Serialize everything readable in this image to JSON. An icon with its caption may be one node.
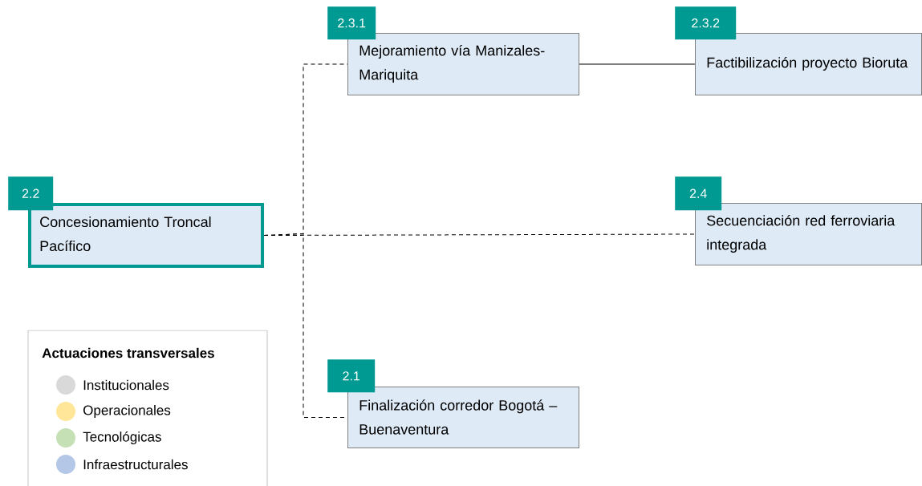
{
  "diagram": {
    "nodes": [
      {
        "text": [
          "2.3.1",
          "Mejoramiento vía Manizales-Mariquita"
        ]
      },
      {
        "text": [
          "2.3.2",
          "Factibilización proyecto Bioruta"
        ]
      },
      {
        "text": [
          "2.2",
          "Concesionamiento Troncal Pacífico"
        ]
      },
      {
        "text": [
          "2.4",
          "Secuenciación red ferroviaria integrada"
        ]
      },
      {
        "text": [
          "2.1",
          "Finalización corredor Bogotá – Buenaventura"
        ]
      }
    ],
    "edges": [
      {
        "from": 0,
        "to": 1,
        "arrow": "none"
      },
      {
        "from": 2,
        "to": 0,
        "arrow": "none",
        "style": "dashed"
      },
      {
        "from": 2,
        "to": 3,
        "arrow": "none",
        "style": "dashed"
      },
      {
        "from": 2,
        "to": 4,
        "arrow": "none",
        "style": "dashed"
      }
    ],
    "labels": [
      "Actuaciones transversales"
    ],
    "legend": [
      {
        "text": "Institucionales",
        "color": "#d9d9d9"
      },
      {
        "text": "Operacionales",
        "color": "#ffe699"
      },
      {
        "text": "Tecnológicas",
        "color": "#c5e0b4"
      },
      {
        "text": "Infraestructurales",
        "color": "#b4c7e7"
      }
    ]
  }
}
